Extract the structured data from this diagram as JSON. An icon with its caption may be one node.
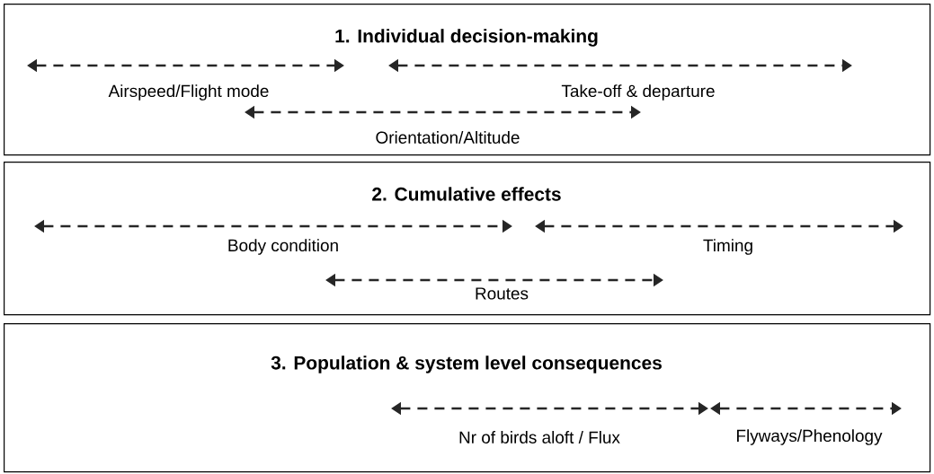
{
  "diagram": {
    "nodes": [
      {
        "text": [
          "1. Individual decision-making"
        ]
      },
      {
        "text": [
          "2. Cumulative effects"
        ]
      },
      {
        "text": [
          "3. Population & system level consequences"
        ]
      }
    ],
    "labels": [
      "Airspeed/Flight mode",
      "Take-off & departure",
      "Orientation/Altitude",
      "Body condition",
      "Timing",
      "Routes",
      "Nr of birds aloft / Flux",
      "Flyways/Phenology"
    ]
  }
}
